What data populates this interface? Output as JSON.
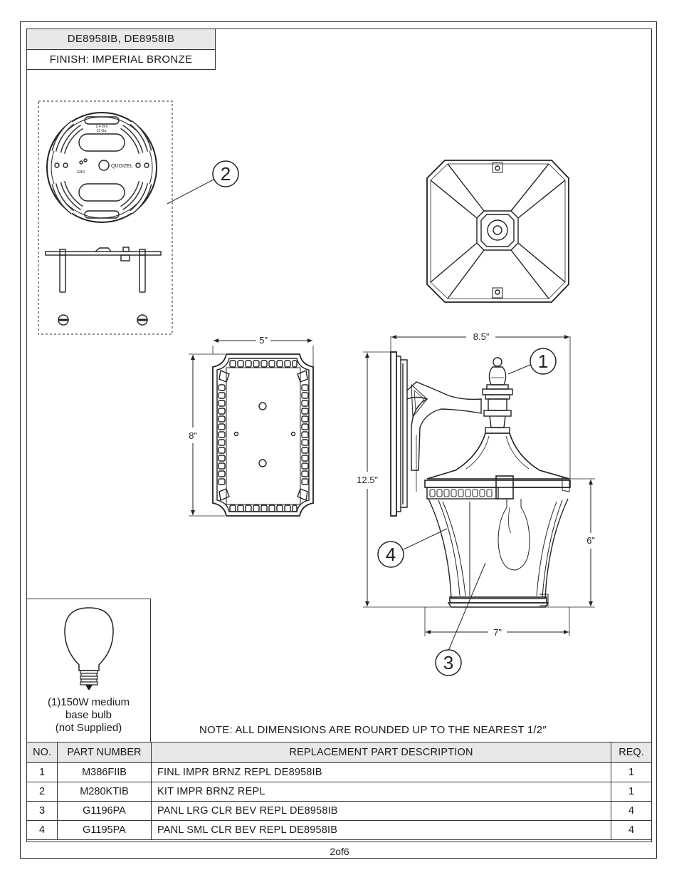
{
  "header": {
    "models": "DE8958IB, DE8958IB",
    "finish": "FINISH: IMPERIAL BRONZE"
  },
  "drawing": {
    "plate_text_1": "2.4 mm",
    "plate_text_2": "13 Ga.",
    "plate_brand": "QUOIZEL",
    "plate_gnd": "GND",
    "dim_backplate_width": "5”",
    "dim_backplate_height": "8”",
    "dim_depth": "8.5”",
    "dim_height": "12.5”",
    "dim_lantern_height": "6”",
    "dim_lantern_width": "7”",
    "callout_1": "1",
    "callout_2": "2",
    "callout_3": "3",
    "callout_4": "4"
  },
  "bulb": {
    "line1": "(1)150W medium",
    "line2": "base bulb",
    "line3": "(not Supplied)"
  },
  "note": "NOTE:  ALL DIMENSIONS ARE ROUNDED UP TO THE NEAREST  1/2″",
  "table": {
    "headers": {
      "no": "NO.",
      "part": "PART NUMBER",
      "desc": "REPLACEMENT PART DESCRIPTION",
      "req": "REQ."
    },
    "rows": [
      {
        "no": "1",
        "part": "M386FIIB",
        "desc": "FINL IMPR BRNZ REPL DE8958IB",
        "req": "1"
      },
      {
        "no": "2",
        "part": "M280KTIB",
        "desc": "KIT IMPR BRNZ REPL",
        "req": "1"
      },
      {
        "no": "3",
        "part": "G1196PA",
        "desc": "PANL LRG CLR BEV REPL DE8958IB",
        "req": "4"
      },
      {
        "no": "4",
        "part": "G1195PA",
        "desc": "PANL SML CLR BEV REPL DE8958IB",
        "req": "4"
      }
    ]
  },
  "page": "2of6"
}
